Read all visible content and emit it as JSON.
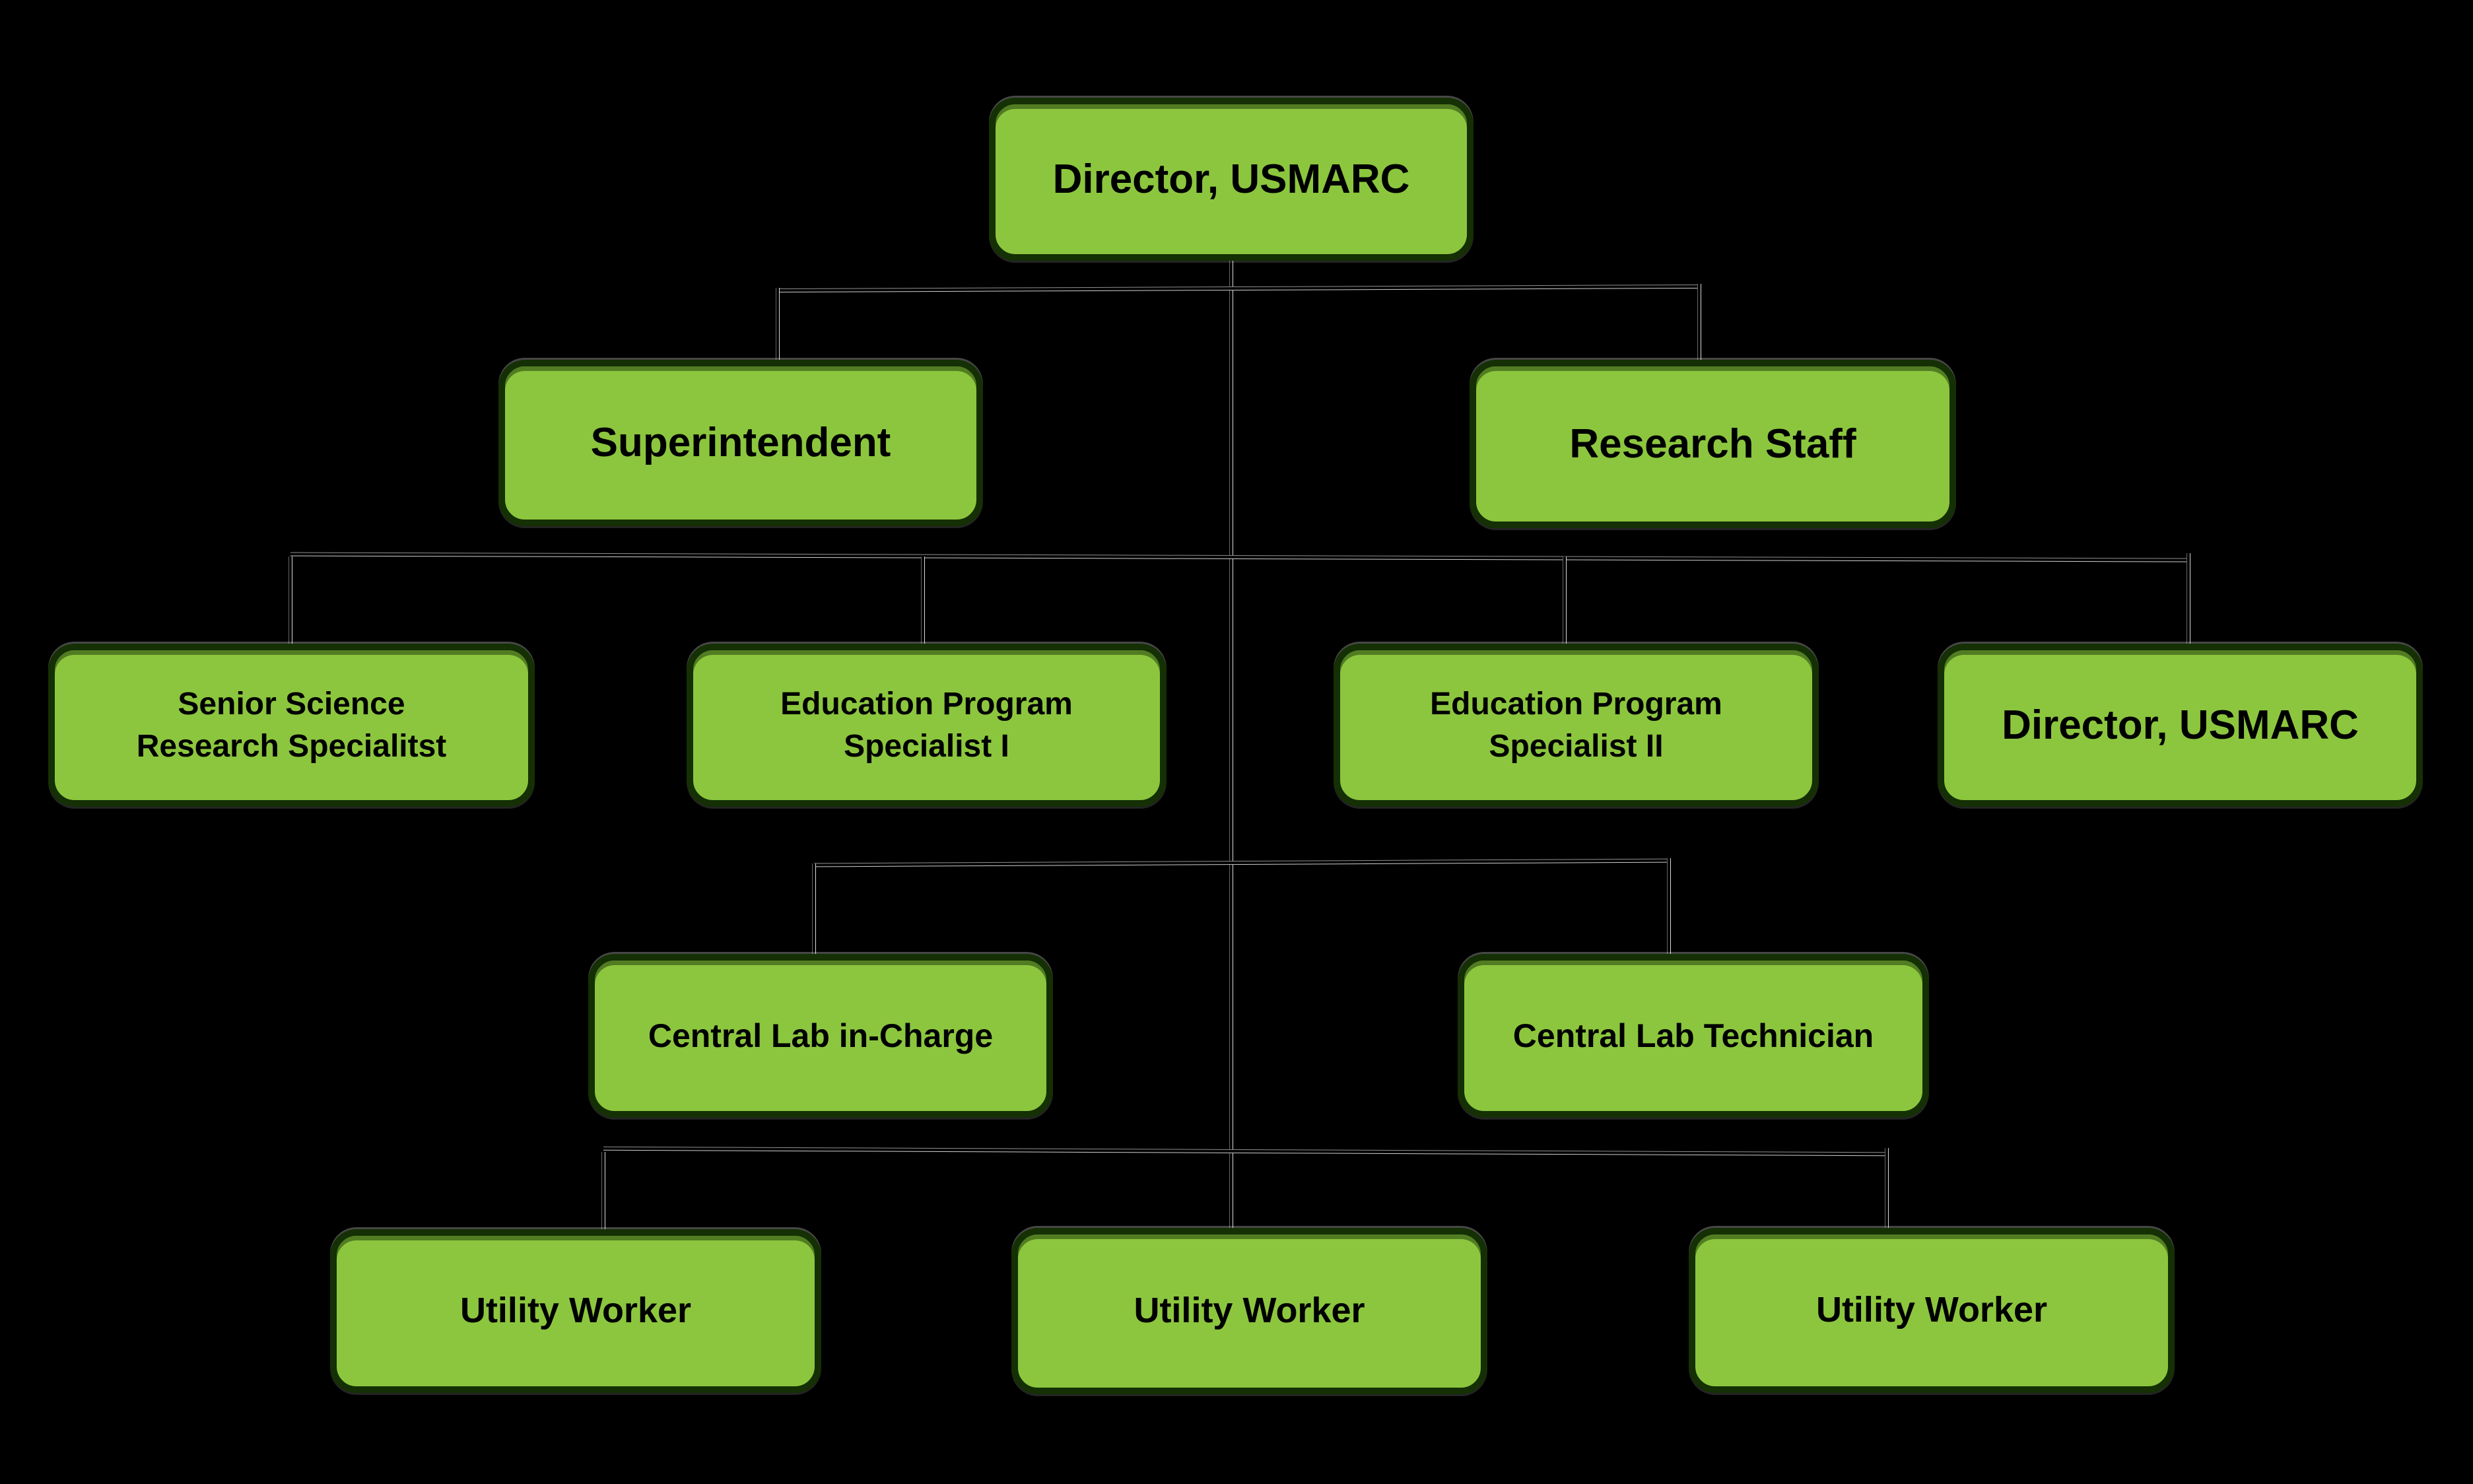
{
  "diagram": {
    "type": "org-chart",
    "background_color": "#000000",
    "node_fill_color": "#8CC63E",
    "node_border_color": "#143004",
    "node_text_color": "#000000",
    "connector_core_color": "#040404",
    "connector_halo_color": "#FFFFFF"
  },
  "nodes": [
    {
      "id": "director-usmarc-top",
      "level": 1,
      "label": "Director, USMARC"
    },
    {
      "id": "superintendent",
      "level": 2,
      "label": "Superintendent"
    },
    {
      "id": "research-staff",
      "level": 2,
      "label": "Research Staff"
    },
    {
      "id": "senior-science-research-specialist",
      "level": 3,
      "label": "Senior Science\nResearch Specialitst"
    },
    {
      "id": "education-program-specialist-1",
      "level": 3,
      "label": "Education Program\nSpecialist I"
    },
    {
      "id": "education-program-specialist-2",
      "level": 3,
      "label": "Education Program\nSpecialist II"
    },
    {
      "id": "director-usmarc-2",
      "level": 3,
      "label": "Director, USMARC"
    },
    {
      "id": "central-lab-in-charge",
      "level": 4,
      "label": "Central Lab in-Charge"
    },
    {
      "id": "central-lab-technician",
      "level": 4,
      "label": "Central Lab Technician"
    },
    {
      "id": "utility-worker-1",
      "level": 5,
      "label": "Utility Worker"
    },
    {
      "id": "utility-worker-2",
      "level": 5,
      "label": "Utility Worker"
    },
    {
      "id": "utility-worker-3",
      "level": 5,
      "label": "Utility Worker"
    }
  ],
  "structure": {
    "trunk_root": "Director, USMARC",
    "levels": [
      [
        "Director, USMARC"
      ],
      [
        "Superintendent",
        "Research Staff"
      ],
      [
        "Senior Science Research Specialitst",
        "Education Program Specialist I",
        "Education Program Specialist II",
        "Director, USMARC"
      ],
      [
        "Central Lab in-Charge",
        "Central Lab Technician"
      ],
      [
        "Utility Worker",
        "Utility Worker",
        "Utility Worker"
      ]
    ]
  }
}
